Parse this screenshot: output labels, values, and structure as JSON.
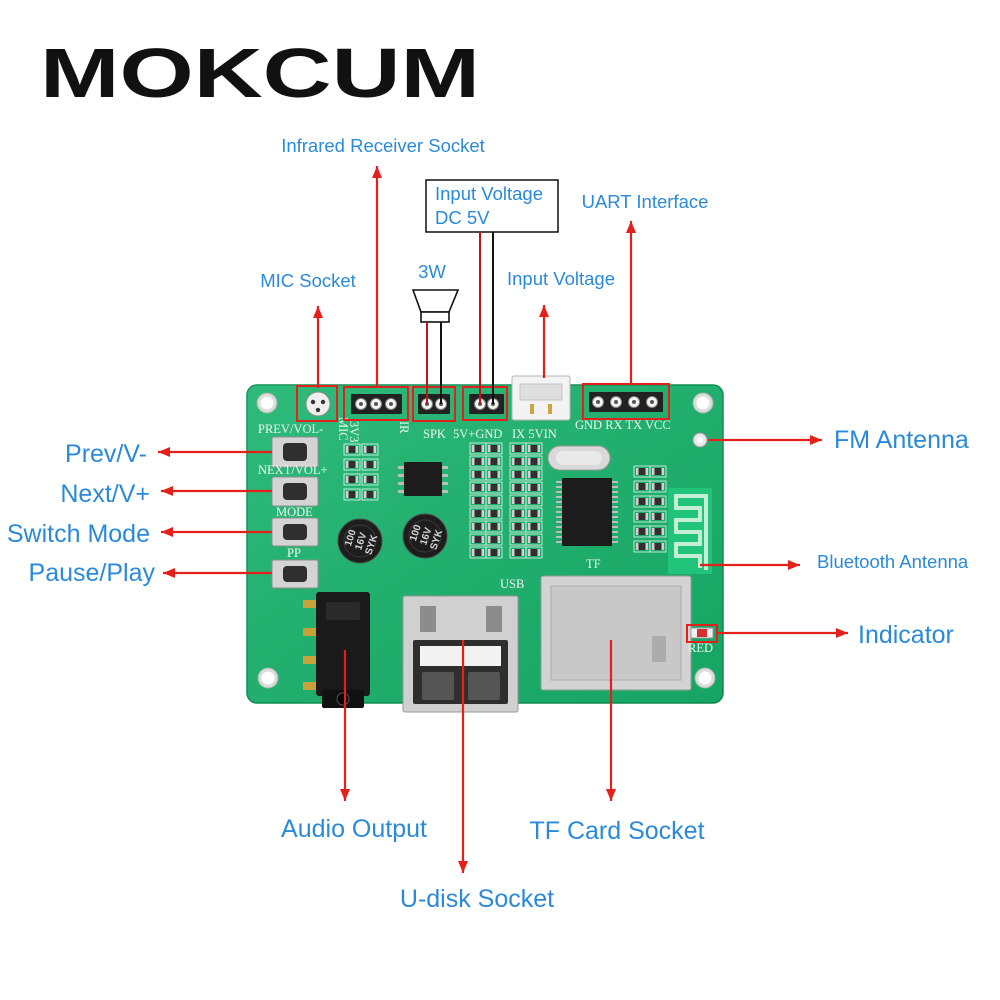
{
  "brand": {
    "logo": "MOKCUM"
  },
  "colors": {
    "label_text": "#2b8ad8",
    "arrow": "#e3201c",
    "highlight_box": "#e3201c",
    "pcb": "#18b36c",
    "logo": "#111111",
    "wire_positive": "#c0161a",
    "wire_negative": "#111111"
  },
  "callouts": {
    "infrared_receiver_socket": "Infrared Receiver Socket",
    "input_voltage_dc": {
      "line1": "Input Voltage",
      "line2": "DC 5V"
    },
    "uart_interface": "UART Interface",
    "mic_socket": "MIC Socket",
    "speaker_power": "3W",
    "input_voltage": "Input Voltage",
    "prev_vol_down": "Prev/V-",
    "next_vol_up": "Next/V+",
    "switch_mode": "Switch Mode",
    "pause_play": "Pause/Play",
    "fm_antenna": "FM Antenna",
    "bluetooth_antenna": "Bluetooth Antenna",
    "indicator": "Indicator",
    "audio_output": "Audio Output",
    "tf_card_socket": "TF Card Socket",
    "u_disk_socket": "U-disk Socket"
  },
  "board": {
    "silkscreen": {
      "prev": "PREV/VOL-",
      "next": "NEXT/VOL+",
      "mode": "MODE",
      "pp": "PP",
      "spk": "SPK",
      "power": "5V+GND",
      "vin": "IX 5VIN",
      "uart_pins": "GND RX TX VCC",
      "usb": "USB",
      "tf": "TF",
      "led": "RED",
      "v33": "3V3",
      "ir": "IR",
      "mic": "MIC"
    },
    "capacitor_marking": {
      "value": "100",
      "voltage": "16V",
      "maker": "SYK"
    }
  },
  "icons": {
    "speaker": "speaker-icon",
    "arrow": "arrow-icon"
  }
}
